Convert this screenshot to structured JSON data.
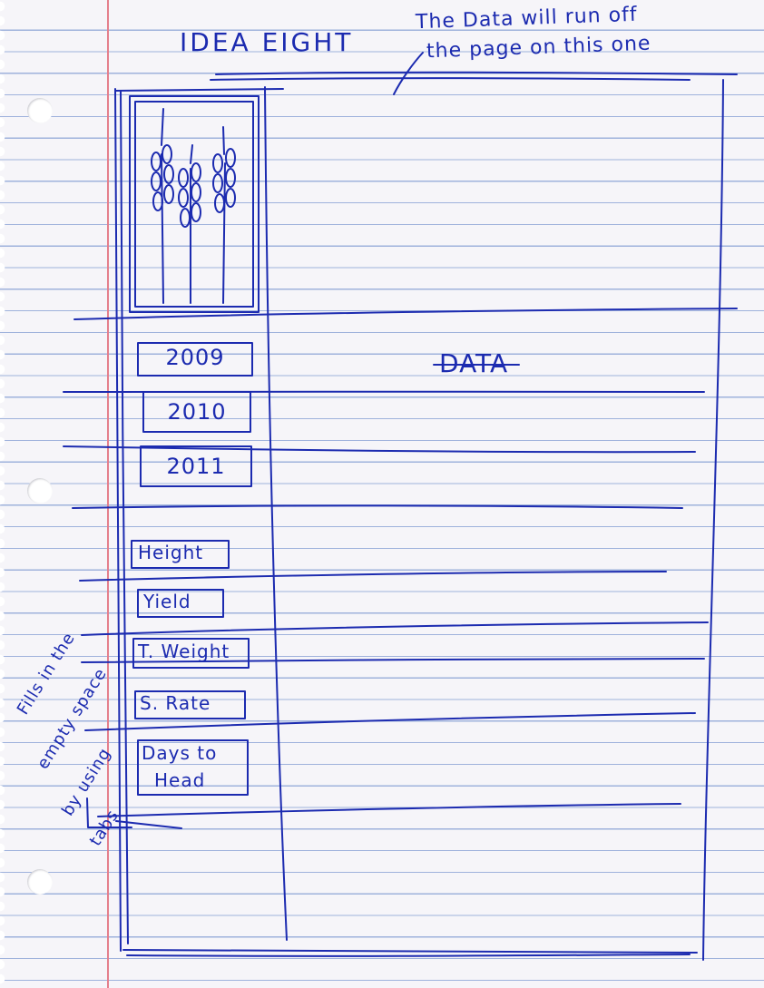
{
  "title": "IDEA EIGHT",
  "note": [
    "The Data will run off",
    "the page on this one"
  ],
  "main_label": "DATA",
  "years": [
    "2009",
    "2010",
    "2011"
  ],
  "tabs": [
    "Height",
    "Yield",
    "T. Weight",
    "S. Rate",
    "Days to",
    "Head"
  ],
  "side_note": [
    "Fills in the",
    "empty space",
    "by using",
    "tabs"
  ],
  "colors": {
    "ink": "#1c2bb0",
    "rule": "#9fb2dc",
    "margin": "#e57f8c"
  }
}
